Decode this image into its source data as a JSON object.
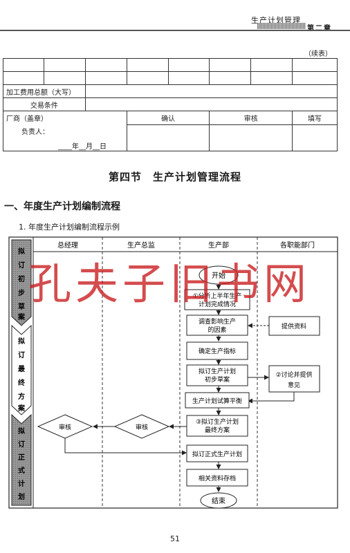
{
  "header": {
    "title": "生产计划管理",
    "chapter": "第二章"
  },
  "continued_label": "（续表）",
  "form": {
    "processing_fee_label": "加工费用总额（大写）",
    "trade_terms_label": "交易条件",
    "vendor_label": "厂商（盖章）",
    "person_label": "负责人：",
    "date_label": "____年__月__日",
    "confirm_label": "确认",
    "review_label": "审核",
    "fill_label": "填写"
  },
  "section_title": "第四节　生产计划管理流程",
  "subsection_title": "一、年度生产计划编制流程",
  "figure_title": "1. 年度生产计划编制流程示例",
  "flowchart": {
    "columns": [
      "总经理",
      "生产总监",
      "生产部",
      "各职能部门"
    ],
    "phases": [
      [
        "拟",
        "订",
        "初",
        "步",
        "草",
        "案"
      ],
      [
        "拟",
        "订",
        "最",
        "终",
        "方",
        "案"
      ],
      [
        "拟",
        "订",
        "正",
        "式",
        "计",
        "划"
      ]
    ],
    "start": "开始",
    "step1": [
      "①分析上半年生产",
      "计划完成情况"
    ],
    "step2": [
      "调查影响生产",
      "的因素"
    ],
    "provide": "提供资料",
    "step3": "确定生产指标",
    "step4": [
      "拟订生产计划",
      "初步草案"
    ],
    "discuss": [
      "②讨论并提供",
      "意见"
    ],
    "step5": "生产计划试算平衡",
    "step6": [
      "③拟订生产计划",
      "最终方案"
    ],
    "review_director": "审核",
    "review_gm": "审核",
    "step7": "拟订正式生产计划",
    "step8": "相关资料存档",
    "end": "结束"
  },
  "watermark": "孔夫子旧书网",
  "page_number": "51"
}
